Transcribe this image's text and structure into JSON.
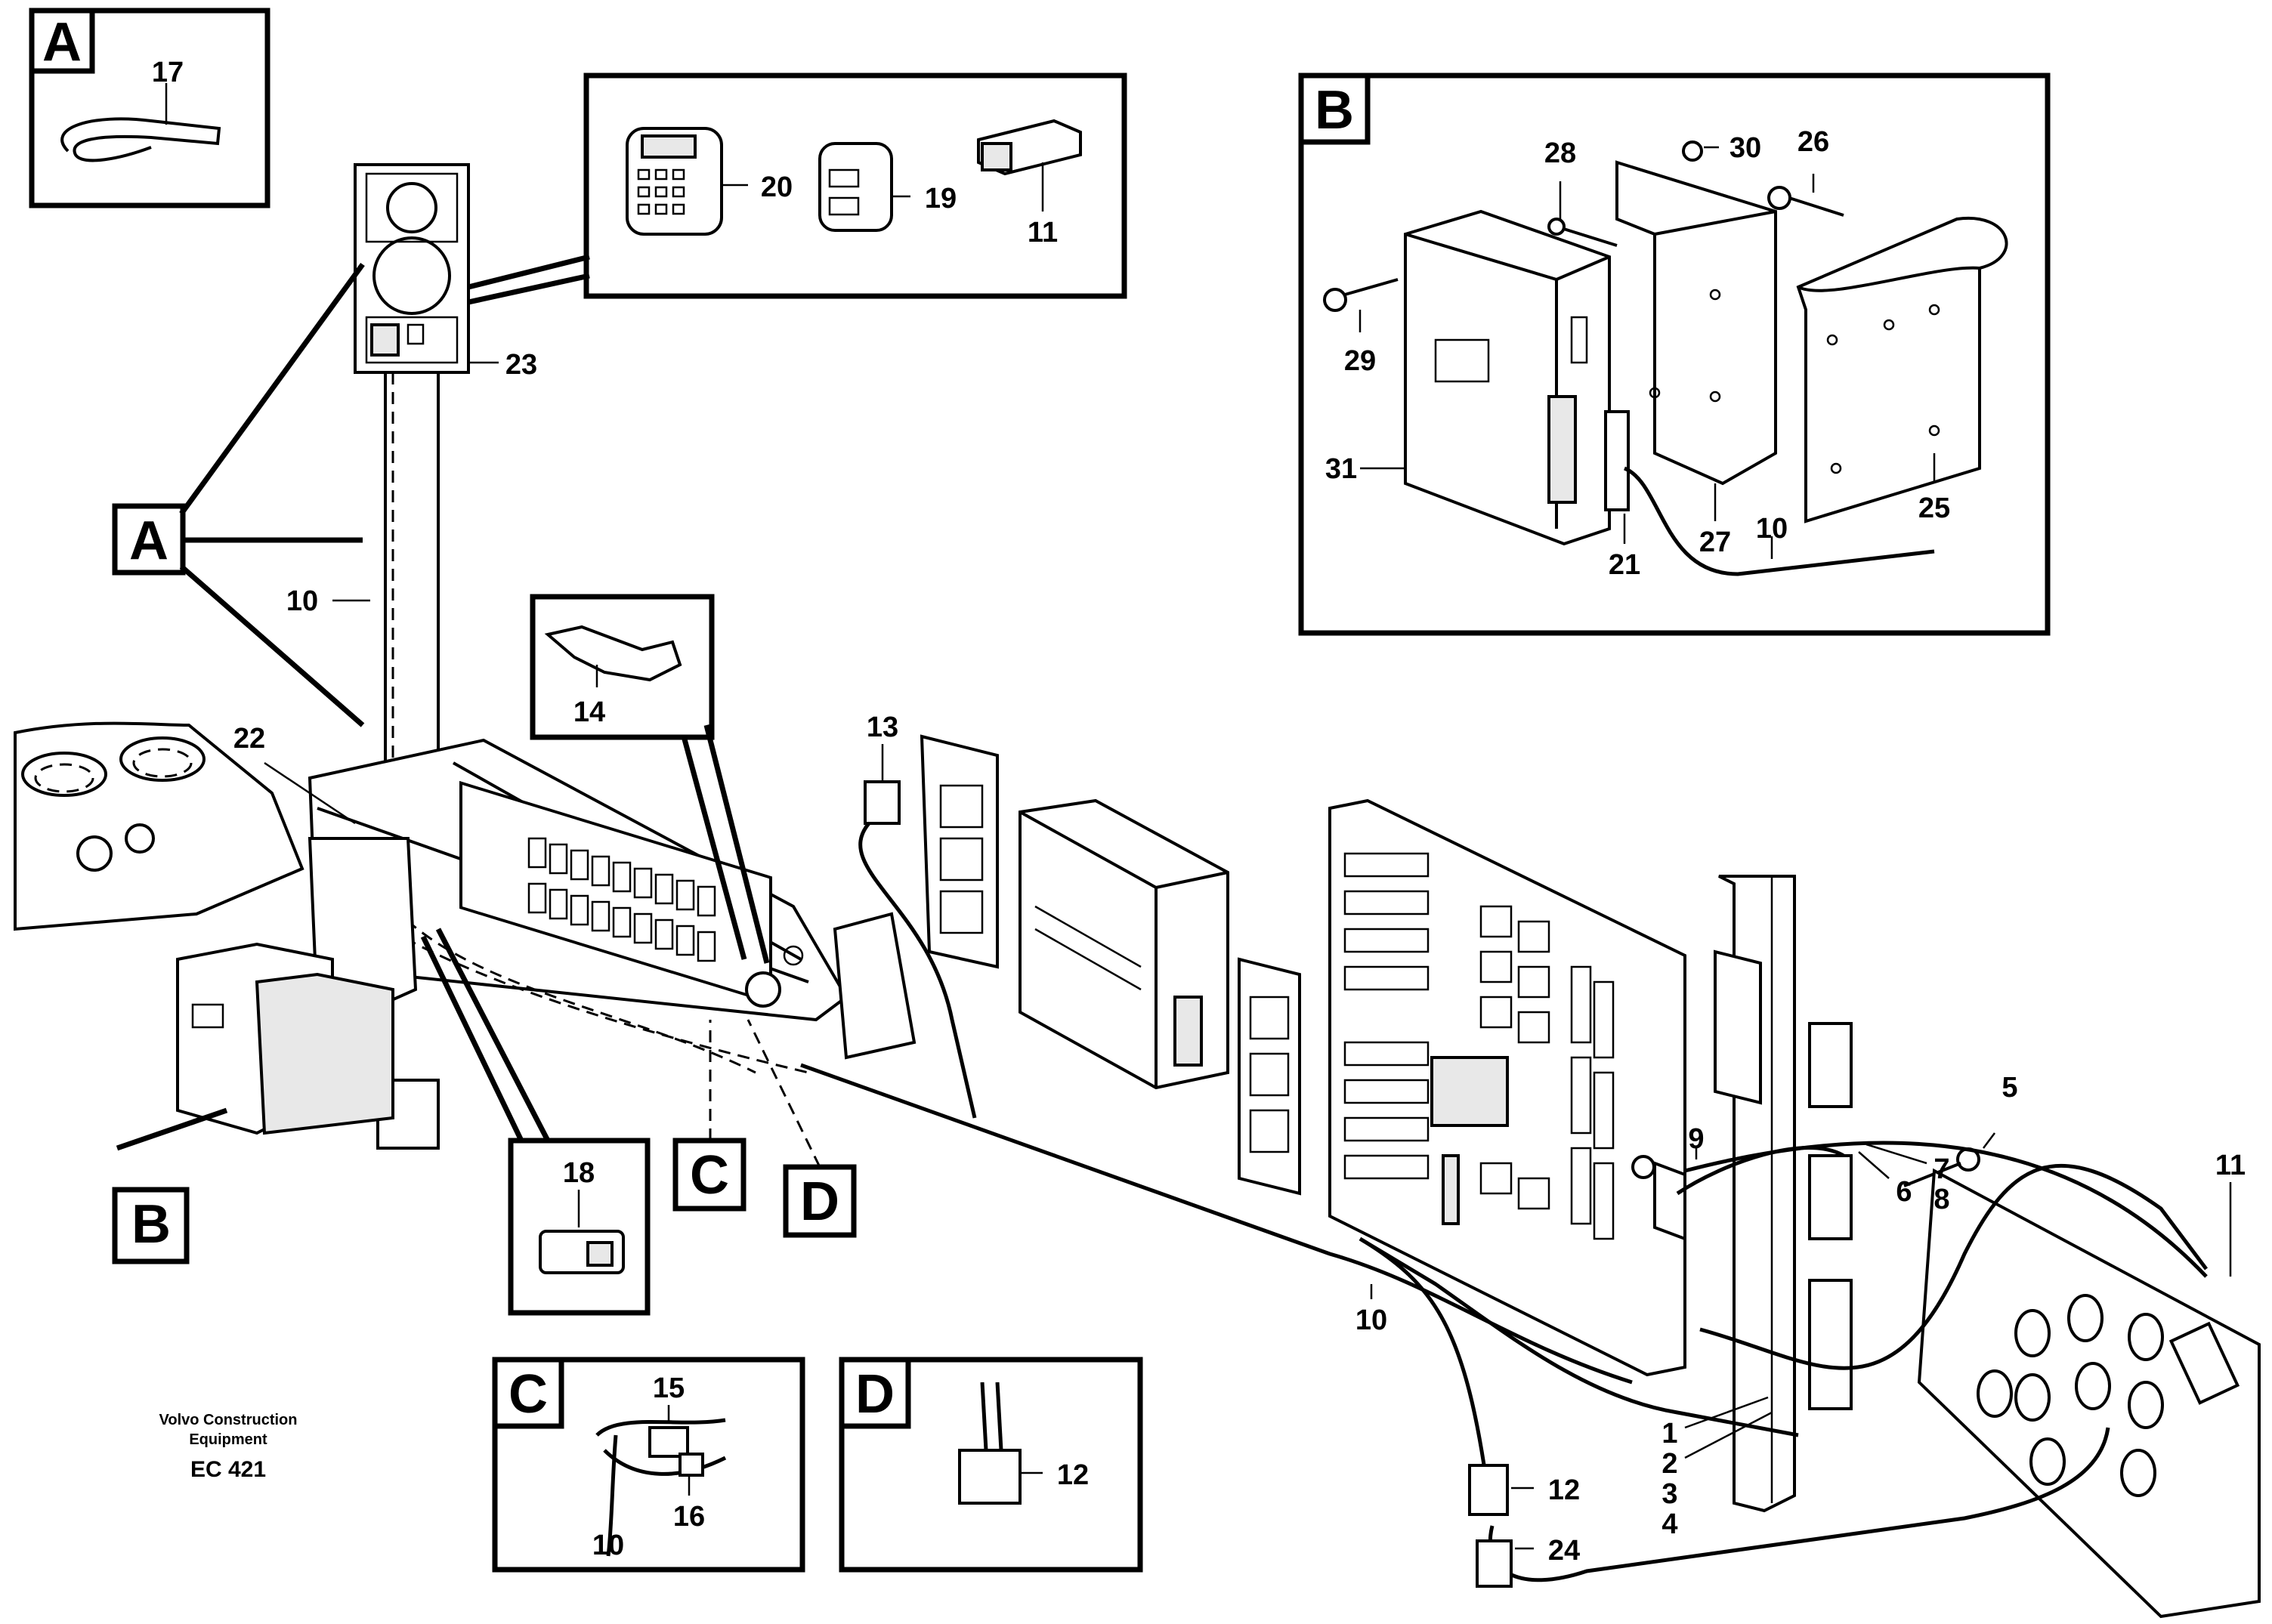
{
  "inset_letters": {
    "A": "A",
    "B": "B",
    "C": "C",
    "D": "D"
  },
  "callouts": {
    "n1": "1",
    "n2": "2",
    "n3": "3",
    "n4": "4",
    "n5": "5",
    "n6": "6",
    "n7": "7",
    "n8": "8",
    "n9": "9",
    "n10": "10",
    "n11": "11",
    "n12": "12",
    "n13": "13",
    "n14": "14",
    "n15": "15",
    "n16": "16",
    "n17": "17",
    "n18": "18",
    "n19": "19",
    "n20": "20",
    "n21": "21",
    "n22": "22",
    "n23": "23",
    "n24": "24",
    "n25": "25",
    "n26": "26",
    "n27": "27",
    "n28": "28",
    "n29": "29",
    "n30": "30",
    "n31": "31"
  },
  "footer": {
    "line1": "Volvo Construction",
    "line2": "Equipment",
    "code": "EC 421"
  }
}
